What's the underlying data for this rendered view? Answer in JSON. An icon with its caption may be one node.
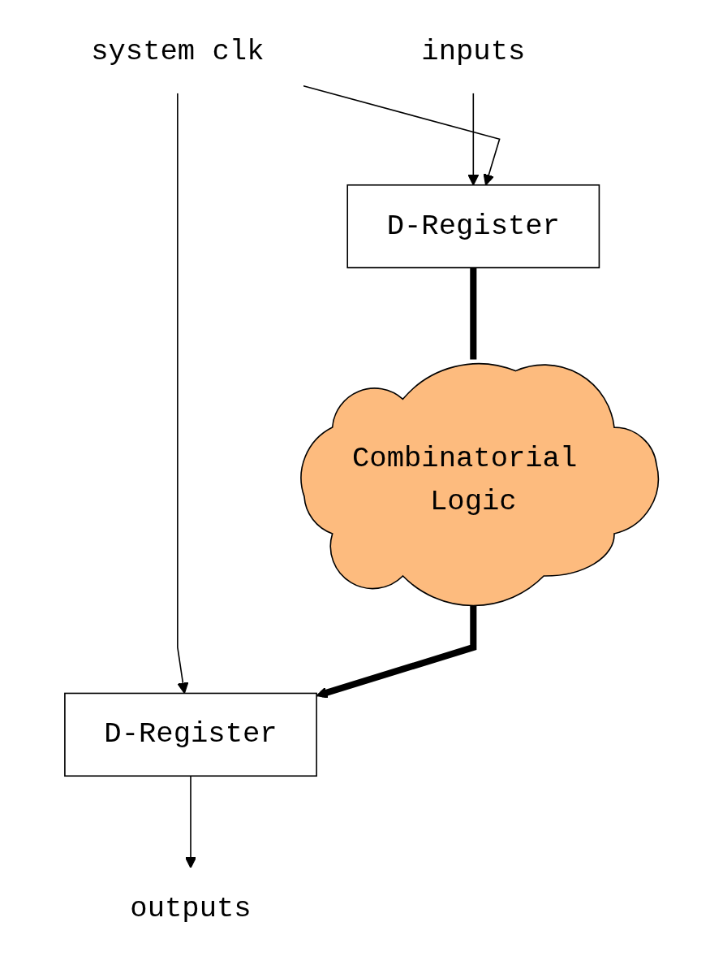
{
  "diagram": {
    "nodes": [
      {
        "text": [
          "system clk"
        ]
      },
      {
        "text": [
          "inputs"
        ]
      },
      {
        "text": [
          "D-Register"
        ]
      },
      {
        "text": [
          "Combinatorial Logic"
        ]
      },
      {
        "text": [
          "D-Register"
        ]
      },
      {
        "text": [
          "outputs"
        ]
      }
    ],
    "edges": [
      {
        "from": 1,
        "to": 2,
        "arrow": "to"
      },
      {
        "from": 0,
        "to": 2,
        "arrow": "to"
      },
      {
        "from": 0,
        "to": 4,
        "arrow": "to"
      },
      {
        "from": 2,
        "to": 3,
        "arrow": "none",
        "style": "thick"
      },
      {
        "from": 3,
        "to": 4,
        "arrow": "to",
        "style": "thick"
      },
      {
        "from": 4,
        "to": 5,
        "arrow": "to"
      }
    ]
  }
}
